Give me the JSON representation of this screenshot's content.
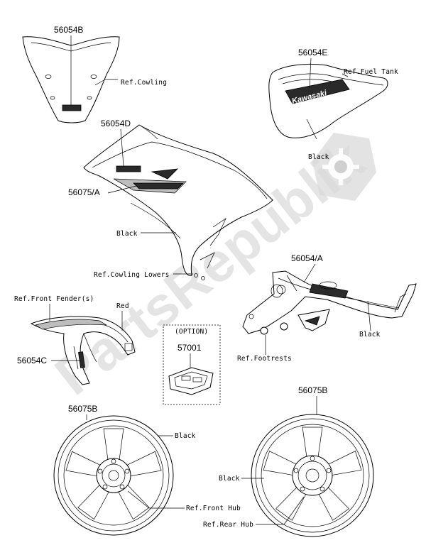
{
  "labels": {
    "p56054B": "56054B",
    "p56054E": "56054E",
    "p56054D": "56054D",
    "p56075A": "56075/A",
    "p56054A": "56054/A",
    "p56054C": "56054C",
    "p57001": "57001",
    "p56075B_left": "56075B",
    "p56075B_right": "56075B",
    "ref_cowling": "Ref.Cowling",
    "ref_fuel_tank": "Ref.Fuel Tank",
    "black_tank": "Black",
    "black_cowl": "Black",
    "ref_cowling_lowers": "Ref.Cowling Lowers",
    "ref_front_fender": "Ref.Front Fender(s)",
    "red": "Red",
    "option": "(OPTION)",
    "black_swingarm": "Black",
    "ref_footrests": "Ref.Footrests",
    "black_wheel_left": "Black",
    "black_wheel_right": "Black",
    "ref_front_hub": "Ref.Front Hub",
    "ref_rear_hub": "Ref.Rear Hub"
  },
  "decal": {
    "kawasaki": "Kawasaki"
  },
  "watermark": {
    "text": "PartsRepublik",
    "icon": "gear-icon"
  }
}
